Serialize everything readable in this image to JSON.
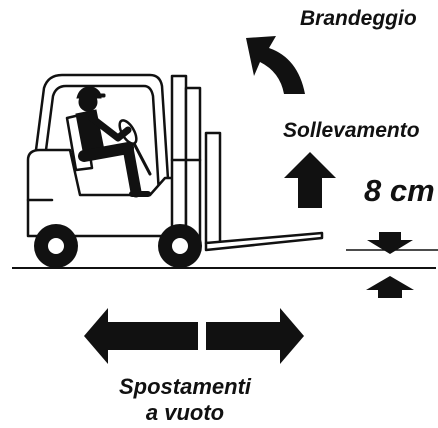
{
  "labels": {
    "tilt": "Brandeggio",
    "lift": "Sollevamento",
    "lift_distance": "8 cm",
    "travel_line1": "Spostamenti",
    "travel_line2": "a vuoto"
  },
  "icons": {
    "forklift": "forklift-with-operator-icon",
    "tilt_arrow": "curved-arrow-left-icon",
    "lift_arrow": "arrow-up-icon",
    "gap_top": "arrow-down-icon",
    "gap_bottom": "arrow-up-icon",
    "travel_left": "arrow-left-icon",
    "travel_right": "arrow-right-icon"
  },
  "colors": {
    "ink": "#111111",
    "background": "#ffffff"
  }
}
